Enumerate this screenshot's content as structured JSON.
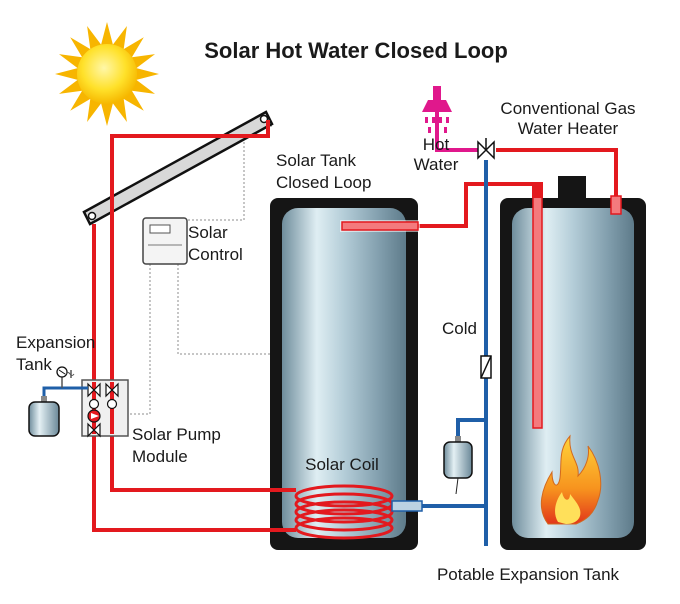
{
  "title": "Solar Hot Water Closed Loop",
  "labels": {
    "hot_water_line1": "Hot",
    "hot_water_line2": "Water",
    "gas_heater_line1": "Conventional Gas",
    "gas_heater_line2": "Water Heater",
    "solar_tank_line1": "Solar Tank",
    "solar_tank_line2": "Closed Loop",
    "solar_control_line1": "Solar",
    "solar_control_line2": "Control",
    "expansion_tank_line1": "Expansion",
    "expansion_tank_line2": "Tank",
    "pump_module_line1": "Solar Pump",
    "pump_module_line2": "Module",
    "solar_coil": "Solar Coil",
    "cold": "Cold",
    "potable_expansion_tank": "Potable Expansion Tank"
  },
  "colors": {
    "hot_pipe": "#e3191e",
    "cold_pipe": "#1f5fa8",
    "hot_water_pipe": "#e0188c",
    "sun": "#ffd21a",
    "sun_rays": "#f7b500",
    "tank_glass": "#9cb8c6",
    "tank_shell": "#111111",
    "flame": "#f39a12"
  },
  "icons": [
    "sun-icon",
    "shower-head-icon",
    "flame-icon",
    "pressure-gauge-icon",
    "valve-icon",
    "pump-icon"
  ]
}
